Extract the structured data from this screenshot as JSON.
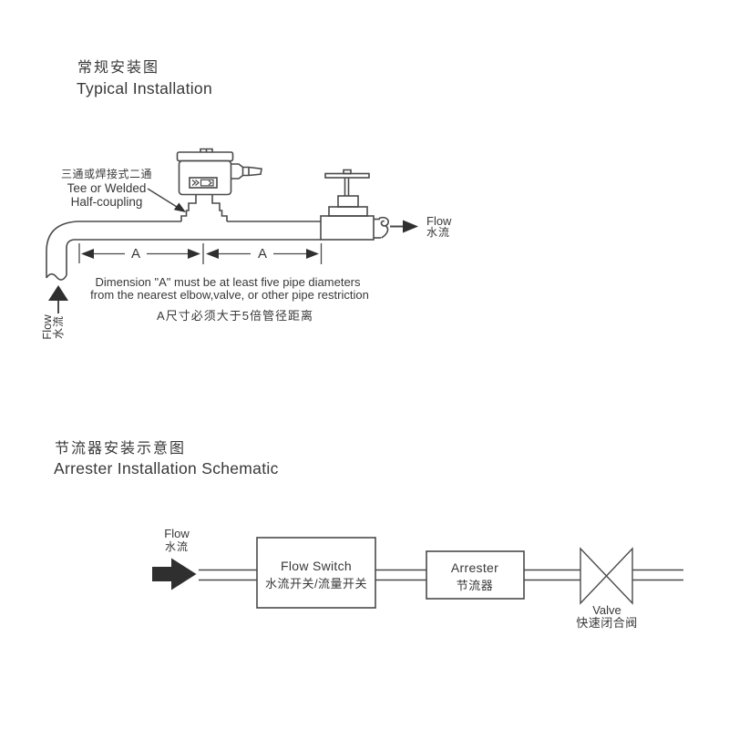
{
  "page": {
    "background": "#ffffff",
    "line_color": "#4a4a4a",
    "text_color": "#383838",
    "arrow_fill": "#2f2f2f"
  },
  "typical": {
    "title_zh": "常规安装图",
    "title_en": "Typical Installation",
    "tee_label": {
      "zh": "三通或焊接式二通",
      "en1": "Tee or Welded",
      "en2": "Half-coupling"
    },
    "flow_in": {
      "en": "Flow",
      "zh": "水流"
    },
    "flow_out": {
      "en": "Flow",
      "zh": "水流"
    },
    "dim_left": "A",
    "dim_right": "A",
    "note_en1": "Dimension \"A\" must be at least five pipe diameters",
    "note_en2": "from the nearest elbow,valve, or other pipe restriction",
    "note_zh": "A尺寸必须大于5倍管径距离"
  },
  "arrester": {
    "title_zh": "节流器安装示意图",
    "title_en": "Arrester Installation Schematic",
    "flow": {
      "en": "Flow",
      "zh": "水流"
    },
    "flow_switch": {
      "en": "Flow Switch",
      "zh": "水流开关/流量开关"
    },
    "arrester_box": {
      "en": "Arrester",
      "zh": "节流器"
    },
    "valve": {
      "en": "Valve",
      "zh": "快速闭合阀"
    }
  }
}
